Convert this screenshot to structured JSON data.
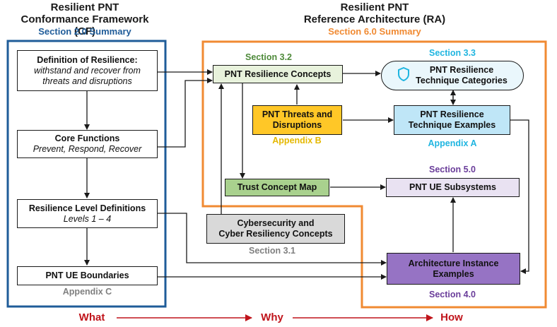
{
  "cf": {
    "title_line1": "Resilient PNT",
    "title_line2": "Conformance Framework (CF)",
    "summary": "Section 2.0 Summary",
    "boxes": {
      "definition": {
        "title": "Definition of Resilience:",
        "body": "withstand and recover from threats and disruptions"
      },
      "core": {
        "title": "Core Functions",
        "body": "Prevent, Respond, Recover"
      },
      "levels": {
        "title": "Resilience Level Definitions",
        "body": "Levels 1 – 4"
      },
      "boundaries": {
        "title": "PNT UE Boundaries"
      }
    },
    "appendix_c": "Appendix C"
  },
  "ra": {
    "title_line1": "Resilient PNT",
    "title_line2": "Reference Architecture (RA)",
    "summary": "Section 6.0 Summary",
    "section_3_2": "Section 3.2",
    "section_3_3": "Section 3.3",
    "section_5_0": "Section 5.0",
    "section_3_1": "Section 3.1",
    "section_4_0": "Section 4.0",
    "appendix_b": "Appendix B",
    "appendix_a": "Appendix A",
    "boxes": {
      "concepts": "PNT Resilience Concepts",
      "categories_l1": "PNT Resilience",
      "categories_l2": "Technique Categories",
      "threats_l1": "PNT Threats and",
      "threats_l2": "Disruptions",
      "examples_l1": "PNT Resilience",
      "examples_l2": "Technique Examples",
      "trust": "Trust Concept Map",
      "subsystems": "PNT UE Subsystems",
      "cyber_l1": "Cybersecurity and",
      "cyber_l2": "Cyber Resiliency Concepts",
      "instance_l1": "Architecture Instance",
      "instance_l2": "Examples"
    }
  },
  "flow": {
    "what": "What",
    "why": "Why",
    "how": "How"
  },
  "colors": {
    "cf_blue": "#1f5c99",
    "ra_orange": "#f08a32",
    "section_green": "#4e8a3a",
    "section_cyan": "#1fb5e0",
    "section_purple": "#6a3d9a",
    "appendix_yellow": "#e5b800",
    "section_gray": "#7f7f7f",
    "flow_red": "#c0141b"
  }
}
